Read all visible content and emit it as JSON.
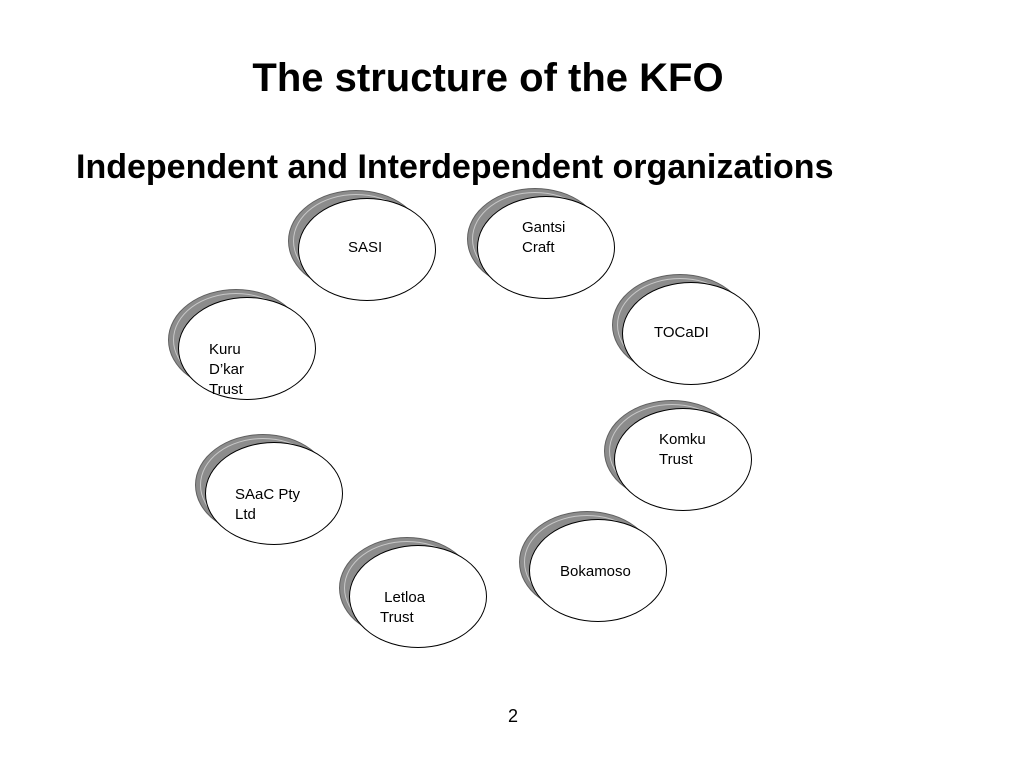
{
  "slide": {
    "title": "The structure of the KFO",
    "subtitle": "Independent and Interdependent organizations",
    "page_number": "2"
  },
  "organizations": [
    {
      "id": "sasi",
      "label": "SASI"
    },
    {
      "id": "gantsi-craft",
      "label": "Gantsi\nCraft"
    },
    {
      "id": "tocadi",
      "label": "TOCaDI"
    },
    {
      "id": "komku-trust",
      "label": "Komku\nTrust"
    },
    {
      "id": "bokamoso",
      "label": "Bokamoso"
    },
    {
      "id": "letloa-trust",
      "label": " Letloa\nTrust"
    },
    {
      "id": "saac-pty-ltd",
      "label": "SAaC Pty\nLtd"
    },
    {
      "id": "kuru-dkar-trust",
      "label": "Kuru\nD’kar\nTrust"
    }
  ]
}
